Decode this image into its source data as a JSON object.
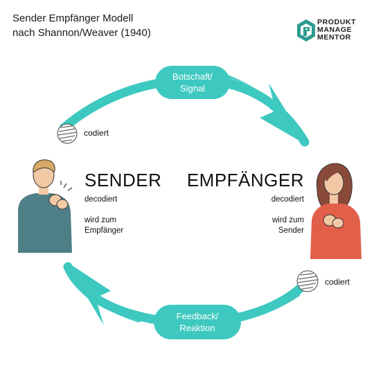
{
  "title": {
    "line1": "Sender Empfänger Modell",
    "line2": "nach Shannon/Weaver (1940)"
  },
  "logo": {
    "line1": "PRODUKT",
    "line2": "MANAGE",
    "line3": "MENTOR",
    "icon": "produkt-manage-mentor-logo-icon"
  },
  "top_pill": {
    "line1": "Botschaft/",
    "line2": "Signal"
  },
  "bottom_pill": {
    "line1": "Feedback/",
    "line2": "Reaktion"
  },
  "sender": {
    "label": "SENDER",
    "decode": "decodiert",
    "role_line1": "wird zum",
    "role_line2": "Empfänger"
  },
  "receiver": {
    "label": "EMPFÄNGER",
    "decode": "decodiert",
    "role_line1": "wird zum",
    "role_line2": "Sender"
  },
  "encode_top": "codiert",
  "encode_bottom": "codiert",
  "colors": {
    "accent": "#3ec9c0",
    "text": "#111111"
  }
}
